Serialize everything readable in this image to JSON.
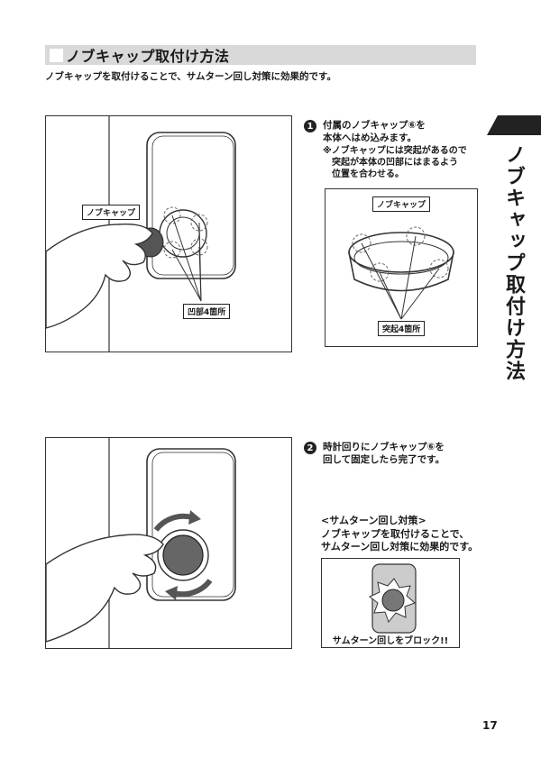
{
  "header": {
    "title": "ノブキャップ取付け方法",
    "intro": "ノブキャップを取付けることで、サムターン回し対策に効果的です。"
  },
  "side_tab": {
    "label": "ノブキャップ取付け方法"
  },
  "step1": {
    "number": "1",
    "line1": "付属のノブキャップ⑥を",
    "line2": "本体へはめ込みます。",
    "note1": "※ノブキャップには突起があるので",
    "note2": "突起が本体の凹部にはまるよう",
    "note3": "位置を合わせる。",
    "main_label_cap": "ノブキャップ",
    "main_label_recess": "凹部4箇所",
    "inset_label_cap": "ノブキャップ",
    "inset_label_protrusion": "突起4箇所"
  },
  "step2": {
    "number": "2",
    "line1": "時計回りにノブキャップ⑥を",
    "line2": "回して固定したら完了です。",
    "sub_title": "<サムターン回し対策>",
    "sub_line1": "ノブキャップを取付けることで、",
    "sub_line2": "サムターン回し対策に効果的です。",
    "inset_caption": "サムターン回しをブロック!!"
  },
  "page": {
    "number": "17"
  }
}
